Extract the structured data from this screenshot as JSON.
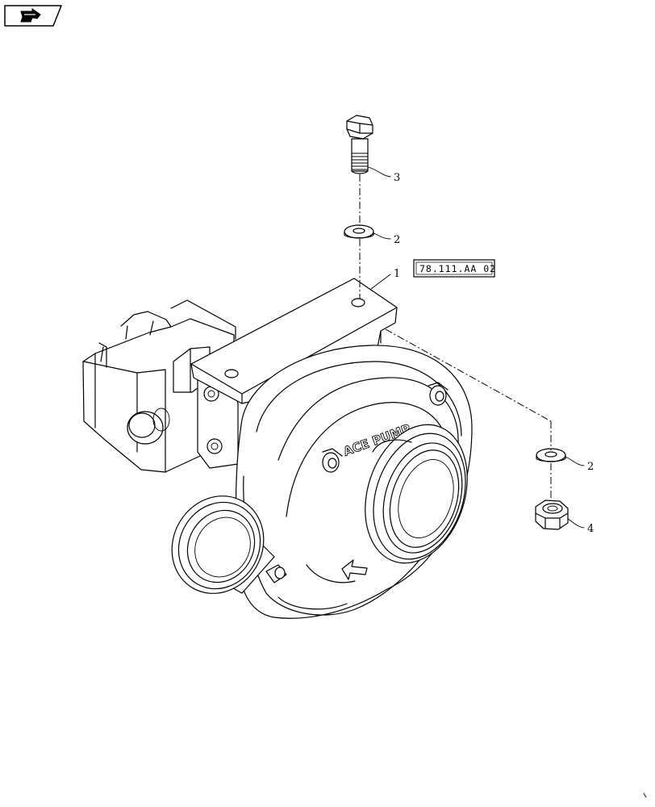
{
  "callouts": {
    "c1": "1",
    "c2a": "2",
    "c2b": "2",
    "c3": "3",
    "c4": "4"
  },
  "reference": {
    "label": "78.111.AA 02"
  },
  "pump": {
    "embossed_text": "ACE PUMP"
  },
  "nav": {
    "icon": "next-page-arrow-icon"
  }
}
